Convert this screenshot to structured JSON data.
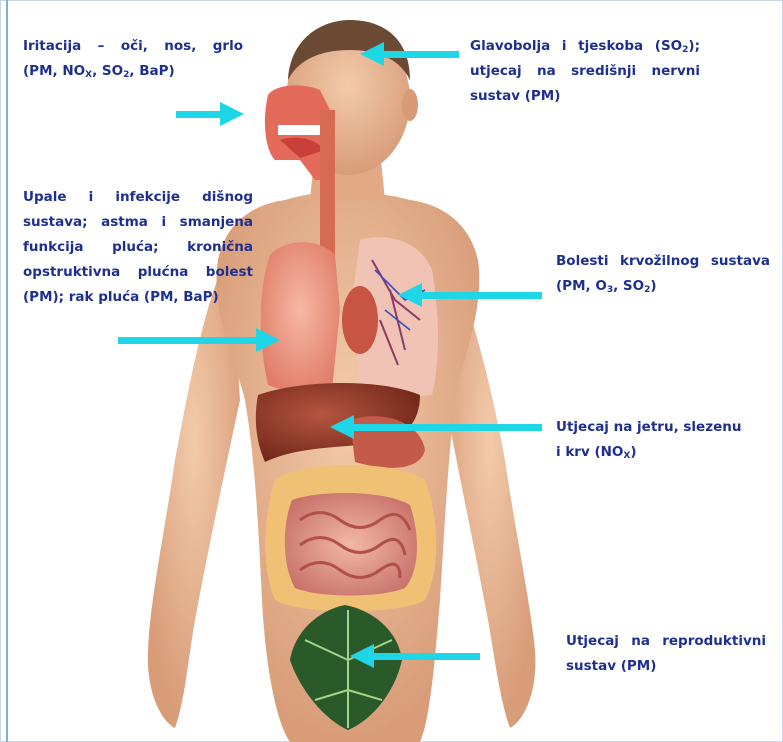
{
  "labels": {
    "irritation": {
      "l1": "Iritacija – oči, nos, grlo",
      "l2a": "(PM, NO",
      "l2b": "X",
      "l2c": ", SO",
      "l2d": "2",
      "l2e": ", BaP)"
    },
    "headache": {
      "l1a": "Glavobolja i tjeskoba (SO",
      "l1b": "2",
      "l1c": ");",
      "l2": "utjecaj na središnji nervni",
      "l3": "sustav (PM)"
    },
    "respiratory": {
      "l1": "Upale i infekcije dišnog",
      "l2": "sustava; astma i smanjena",
      "l3": "funkcija pluća; kronična",
      "l4": "opstruktivna plućna bolest",
      "l5": "(PM); rak pluća (PM, BaP)"
    },
    "cardio": {
      "l1": "Bolesti krvožilnog sustava",
      "l2a": "(PM, O",
      "l2b": "3",
      "l2c": ", SO",
      "l2d": "2",
      "l2e": ")"
    },
    "liver": {
      "l1": "Utjecaj na jetru, slezenu",
      "l2a": "i krv (NO",
      "l2b": "X",
      "l2c": ")"
    },
    "reproductive": {
      "l1": "Utjecaj na reproduktivni",
      "l2": "sustav (PM)"
    }
  },
  "colors": {
    "text": "#1f2f8f",
    "arrow": "#1fd6e6",
    "skin": "#e8b896"
  }
}
